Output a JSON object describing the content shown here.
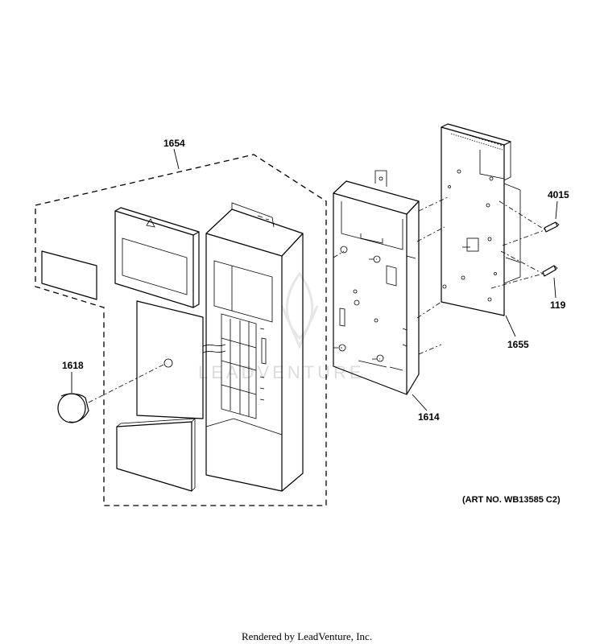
{
  "labels": {
    "p1654": "1654",
    "p1618": "1618",
    "p1614": "1614",
    "p1655": "1655",
    "p4015": "4015",
    "p119": "119"
  },
  "art_number": "(ART NO. WB13585 C2)",
  "watermark": "LEADVENTURE",
  "footer": "Rendered by LeadVenture, Inc."
}
